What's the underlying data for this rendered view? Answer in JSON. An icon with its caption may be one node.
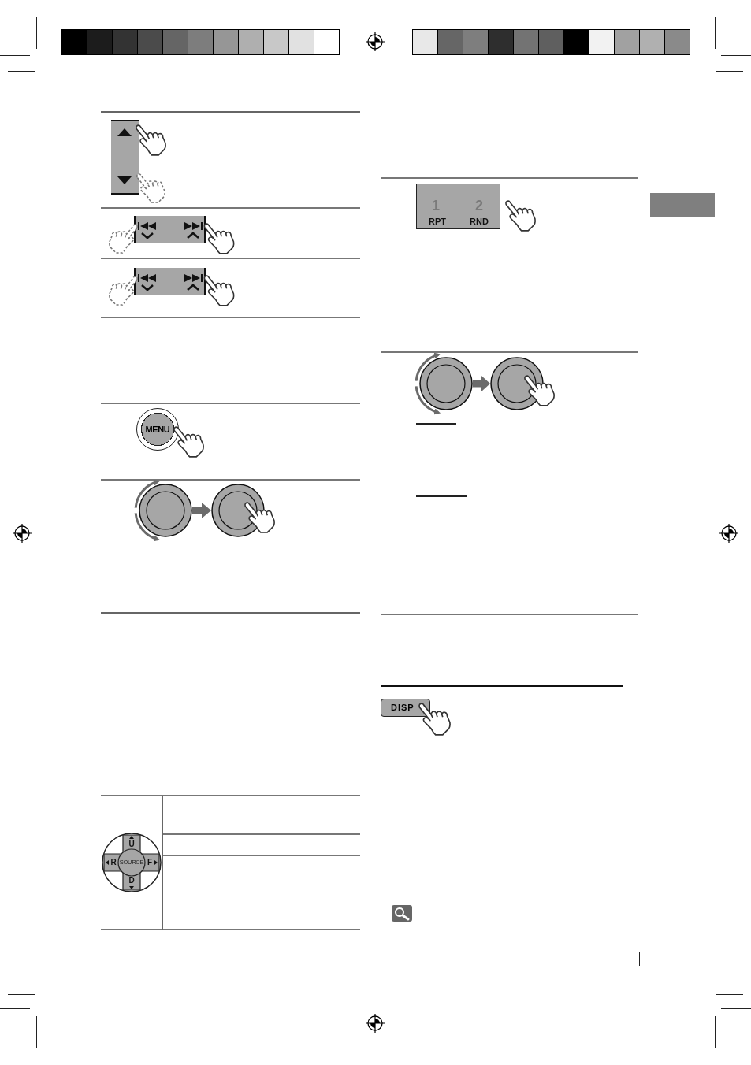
{
  "diagram": {
    "nodes": [
      {
        "text": [],
        "shape": "circle"
      },
      {
        "text": [],
        "shape": "circle"
      },
      {
        "text": [],
        "shape": "circle"
      },
      {
        "text": [],
        "shape": "circle"
      },
      {
        "text": [],
        "shape": "box"
      }
    ],
    "edges": [
      {
        "from": 0,
        "to": 1,
        "arrow": "to"
      },
      {
        "from": 2,
        "to": 3,
        "arrow": "to"
      }
    ],
    "labels": [
      "MENU",
      "U",
      "R",
      "SOURCE",
      "F",
      "D",
      "1",
      "2",
      "RPT",
      "RND",
      "DISP"
    ]
  }
}
